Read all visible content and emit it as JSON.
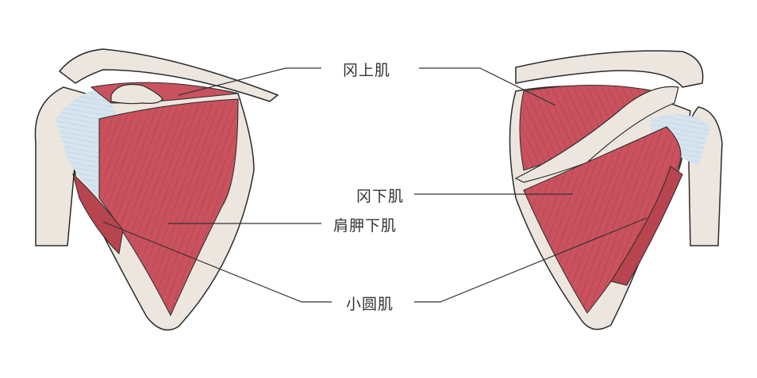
{
  "diagram": {
    "subject": "Rotator cuff muscles of the shoulder (anterior and posterior views)",
    "colors": {
      "muscle": "#c9525e",
      "muscle_dark": "#a83e4a",
      "bone": "#ece6df",
      "tendon": "#d6e4ef",
      "outline": "#2b2b2b",
      "leader_line": "#333333",
      "label_text": "#333333",
      "background": "#ffffff"
    },
    "views": [
      {
        "id": "anterior",
        "position": "left"
      },
      {
        "id": "posterior",
        "position": "right"
      }
    ],
    "labels": {
      "supraspinatus": "冈上肌",
      "infraspinatus": "冈下肌",
      "subscapularis": "肩胛下肌",
      "teres_minor": "小圆肌"
    }
  }
}
